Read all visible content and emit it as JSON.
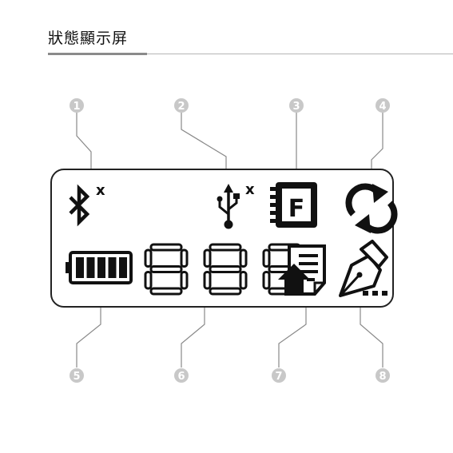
{
  "header": {
    "title": "狀態顯示屏"
  },
  "callouts": [
    "1",
    "2",
    "3",
    "4",
    "5",
    "6",
    "7",
    "8"
  ],
  "lcd": {
    "segment_digits": "888",
    "bluetooth_mark": "x",
    "usb_mark": "x",
    "format_letter": "F",
    "battery_bars": 5
  },
  "icons": [
    "bluetooth-icon",
    "usb-icon",
    "format-memory-icon",
    "sync-icon",
    "battery-icon",
    "segment-display",
    "upload-document-icon",
    "signature-pen-icon"
  ]
}
